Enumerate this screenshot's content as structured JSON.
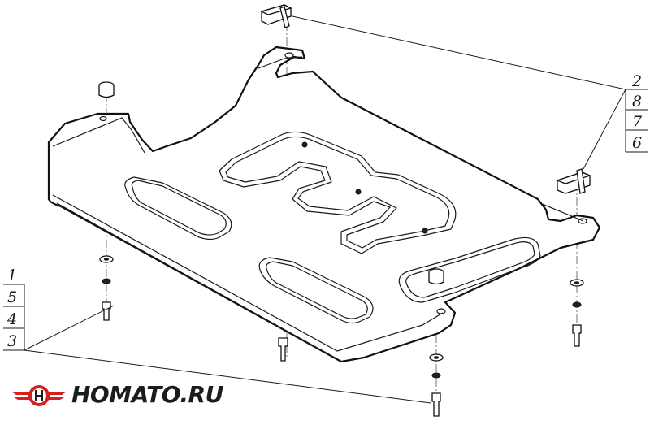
{
  "callouts_right": [
    "2",
    "8",
    "7",
    "6"
  ],
  "callouts_left": [
    "1",
    "5",
    "4",
    "3"
  ],
  "logo": {
    "text": "HOMATO.RU",
    "colors": {
      "red": "#d4201f",
      "dark": "#1c1c1c"
    }
  }
}
